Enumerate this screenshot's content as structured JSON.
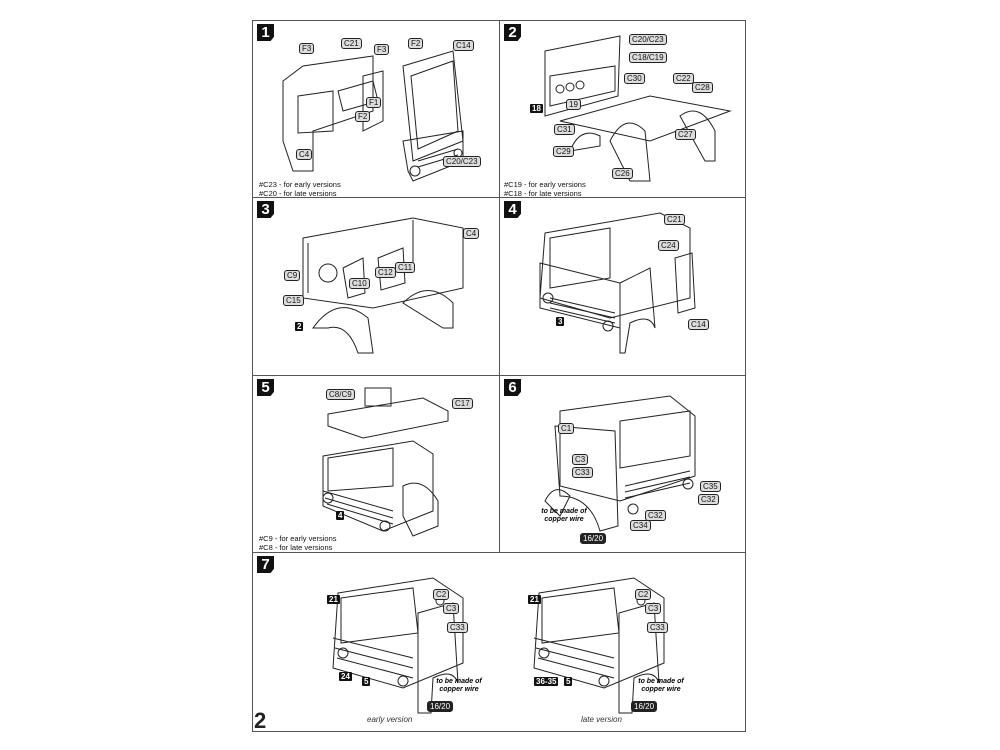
{
  "steps": [
    {
      "number": "1",
      "labels": [
        "F3",
        "C21",
        "F3",
        "F2",
        "C14",
        "F1",
        "F2",
        "C4",
        "C20/C23"
      ],
      "notes": [
        "#C23 - for early versions",
        "#C20 - for late versions"
      ]
    },
    {
      "number": "2",
      "labels": [
        "C20/C23",
        "C18/C19",
        "C30",
        "C22",
        "C28",
        "19",
        "C31",
        "C27",
        "C29",
        "C26"
      ],
      "black_labels": [
        "18"
      ],
      "notes": [
        "#C19 - for early versions",
        "#C18 - for late versions"
      ]
    },
    {
      "number": "3",
      "labels": [
        "C4",
        "C9",
        "C10",
        "C12",
        "C11",
        "C15"
      ],
      "black_labels": [
        "2"
      ]
    },
    {
      "number": "4",
      "labels": [
        "C21",
        "C24",
        "C14"
      ],
      "black_labels": [
        "3"
      ]
    },
    {
      "number": "5",
      "labels": [
        "C8/C9",
        "C17"
      ],
      "black_labels": [
        "4"
      ],
      "notes": [
        "#C9 - for early versions",
        "#C8 - for late versions"
      ]
    },
    {
      "number": "6",
      "labels": [
        "C1",
        "C3",
        "C33",
        "C35",
        "C32",
        "C32",
        "C34",
        "16/20"
      ],
      "wire_note": "to be made of copper wire"
    },
    {
      "number": "7",
      "early": {
        "labels": [
          "C2",
          "C3",
          "C33",
          "16/20"
        ],
        "black_labels": [
          "21",
          "24",
          "5"
        ],
        "wire_note": "to be made of copper wire",
        "caption": "early version"
      },
      "late": {
        "labels": [
          "C2",
          "C3",
          "C33",
          "16/20"
        ],
        "black_labels": [
          "21",
          "36-35",
          "5"
        ],
        "wire_note": "to be made of copper wire",
        "caption": "late version"
      }
    }
  ],
  "page_number": "2"
}
